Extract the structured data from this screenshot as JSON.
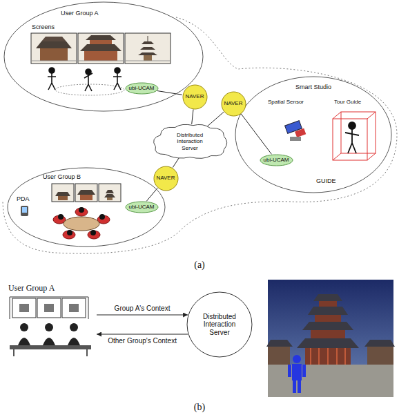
{
  "diagram": {
    "nodes": [
      {
        "text": [
          "User Group A"
        ]
      },
      {
        "text": [
          "ubi-UCAM"
        ],
        "in": 0
      },
      {
        "text": [
          "NAVER"
        ]
      },
      {
        "text": [
          "Distributed Interaction Server"
        ]
      },
      {
        "text": [
          "GUIDE"
        ]
      },
      {
        "text": [
          "NAVER"
        ]
      },
      {
        "text": [
          "ubi-UCAM"
        ],
        "in": 4
      },
      {
        "text": [
          "NAVER"
        ]
      },
      {
        "text": [
          "User Group B"
        ]
      },
      {
        "text": [
          "ubi-UCAM"
        ],
        "in": 8
      },
      {
        "text": [
          "User Group A"
        ]
      },
      {
        "text": [
          "Distributed Interaction Server"
        ]
      }
    ],
    "edges": [
      {
        "from": 1,
        "to": 2,
        "arrow": "none"
      },
      {
        "from": 2,
        "to": 3,
        "arrow": "none"
      },
      {
        "from": 5,
        "to": 3,
        "arrow": "none"
      },
      {
        "from": 6,
        "to": 5,
        "arrow": "none"
      },
      {
        "from": 7,
        "to": 3,
        "arrow": "none"
      },
      {
        "from": 9,
        "to": 7,
        "arrow": "none"
      },
      {
        "from": 10,
        "to": 11,
        "label": "Group A's Context",
        "arrow": "to"
      },
      {
        "from": 11,
        "to": 10,
        "label": "Other Group's Context",
        "arrow": "to"
      }
    ],
    "labels": [
      "Screens",
      "Smart Studio",
      "Spatial Sensor",
      "Tour Guide",
      "PDA",
      "(a)",
      "(b)"
    ]
  }
}
